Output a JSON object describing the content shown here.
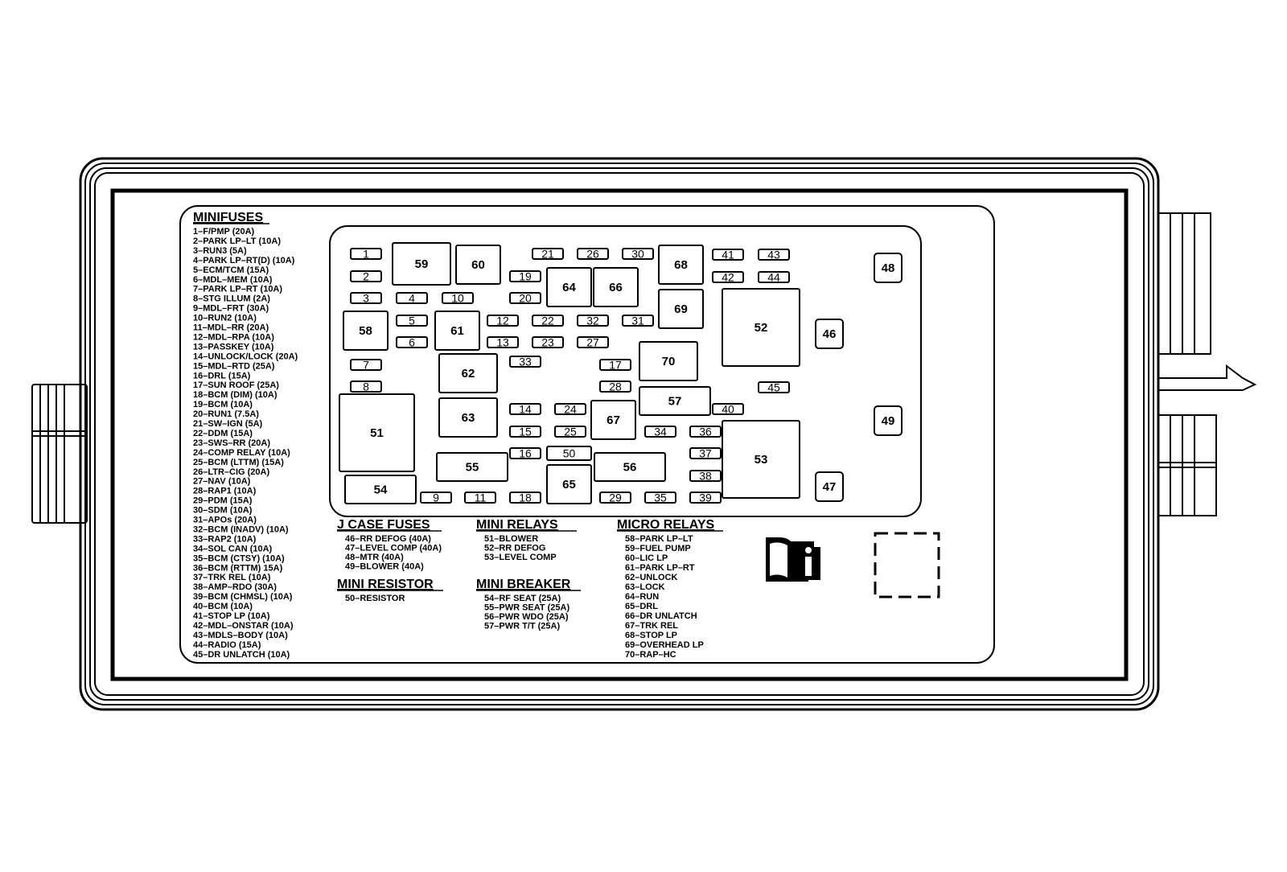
{
  "legend": {
    "minifuses": {
      "title": "MINIFUSES",
      "items": [
        "1–F/PMP (20A)",
        "2–PARK LP–LT (10A)",
        "3–RUN3 (5A)",
        "4–PARK LP–RT(D) (10A)",
        "5–ECM/TCM (15A)",
        "6–MDL–MEM (10A)",
        "7–PARK LP–RT (10A)",
        "8–STG ILLUM (2A)",
        "9–MDL–FRT (30A)",
        "10–RUN2 (10A)",
        "11–MDL–RR (20A)",
        "12–MDL–RPA (10A)",
        "13–PASSKEY (10A)",
        "14–UNLOCK/LOCK (20A)",
        "15–MDL–RTD (25A)",
        "16–DRL (15A)",
        "17–SUN ROOF (25A)",
        "18–BCM (DIM) (10A)",
        "19–BCM (10A)",
        "20–RUN1 (7.5A)",
        "21–SW–IGN (5A)",
        "22–DDM (15A)",
        "23–SWS–RR (20A)",
        "24–COMP RELAY (10A)",
        "25–BCM (LTTM) (15A)",
        "26–LTR–CIG (20A)",
        "27–NAV (10A)",
        "28–RAP1 (10A)",
        "29–PDM (15A)",
        "30–SDM (10A)",
        "31–APOs (20A)",
        "32–BCM (INADV) (10A)",
        "33–RAP2 (10A)",
        "34–SOL CAN (10A)",
        "35–BCM (CTSY) (10A)",
        "36–BCM (RTTM) 15A)",
        "37–TRK REL (10A)",
        "38–AMP–RDO (30A)",
        "39–BCM (CHMSL) (10A)",
        "40–BCM (10A)",
        "41–STOP LP (10A)",
        "42–MDL–ONSTAR (10A)",
        "43–MDLS–BODY (10A)",
        "44–RADIO (15A)",
        "45–DR UNLATCH (10A)"
      ]
    },
    "jcase": {
      "title": "J CASE FUSES",
      "items": [
        "46–RR DEFOG (40A)",
        "47–LEVEL COMP (40A)",
        "48–MTR (40A)",
        "49–BLOWER (40A)"
      ]
    },
    "resistor": {
      "title": "MINI RESISTOR",
      "items": [
        "50–RESISTOR"
      ]
    },
    "relays": {
      "title": "MINI RELAYS",
      "items": [
        "51–BLOWER",
        "52–RR DEFOG",
        "53–LEVEL COMP"
      ]
    },
    "breaker": {
      "title": "MINI BREAKER",
      "items": [
        "54–RF SEAT (25A)",
        "55–PWR SEAT (25A)",
        "56–PWR WDO (25A)",
        "57–PWR T/T (25A)"
      ]
    },
    "micro": {
      "title": "MICRO RELAYS",
      "items": [
        "58–PARK LP–LT",
        "59–FUEL PUMP",
        "60–LIC LP",
        "61–PARK LP–RT",
        "62–UNLOCK",
        "63–LOCK",
        "64–RUN",
        "65–DRL",
        "66–DR UNLATCH",
        "67–TRK REL",
        "68–STOP LP",
        "69–OVERHEAD LP",
        "70–RAP–HC"
      ]
    }
  },
  "slots": [
    "1",
    "2",
    "3",
    "4",
    "5",
    "6",
    "7",
    "8",
    "9",
    "10",
    "11",
    "12",
    "13",
    "14",
    "15",
    "16",
    "17",
    "18",
    "19",
    "20",
    "21",
    "22",
    "23",
    "24",
    "25",
    "26",
    "27",
    "28",
    "29",
    "30",
    "31",
    "32",
    "33",
    "34",
    "35",
    "36",
    "37",
    "38",
    "39",
    "40",
    "41",
    "42",
    "43",
    "44",
    "45",
    "46",
    "47",
    "48",
    "49",
    "50",
    "51",
    "52",
    "53",
    "54",
    "55",
    "56",
    "57",
    "58",
    "59",
    "60",
    "61",
    "62",
    "63",
    "64",
    "65",
    "66",
    "67",
    "68",
    "69",
    "70"
  ],
  "icons": {
    "manual": "book-info-icon",
    "placeholder": "dashed-box-icon"
  }
}
